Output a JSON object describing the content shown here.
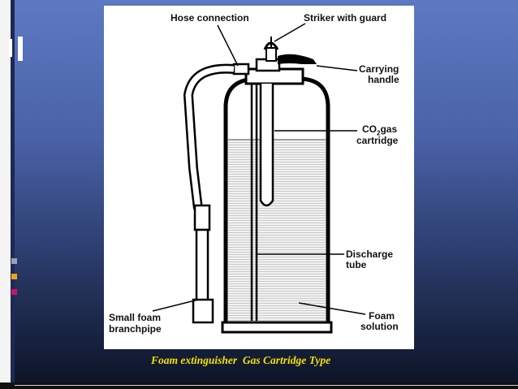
{
  "diagram": {
    "labels": {
      "hose_connection": "Hose connection",
      "striker_with_guard": "Striker with guard",
      "carrying_handle_line1": "Carrying",
      "carrying_handle_line2": "handle",
      "co2_line1_prefix": "CO",
      "co2_line1_sub": "2",
      "co2_line1_suffix": "gas",
      "co2_line2": "cartridge",
      "discharge_line1": "Discharge",
      "discharge_line2": "tube",
      "small_foam_line1": "Small foam",
      "small_foam_line2": "branchpipe",
      "foam_solution_line1": "Foam",
      "foam_solution_line2": "solution"
    }
  },
  "caption": "Foam extinguisher  Gas Cartridge Type",
  "colors": {
    "background_top": "#5d79c0",
    "background_bottom": "#0c1224",
    "caption": "#f2e200",
    "accent_orange": "#f2a21a",
    "accent_magenta": "#c8136c"
  }
}
